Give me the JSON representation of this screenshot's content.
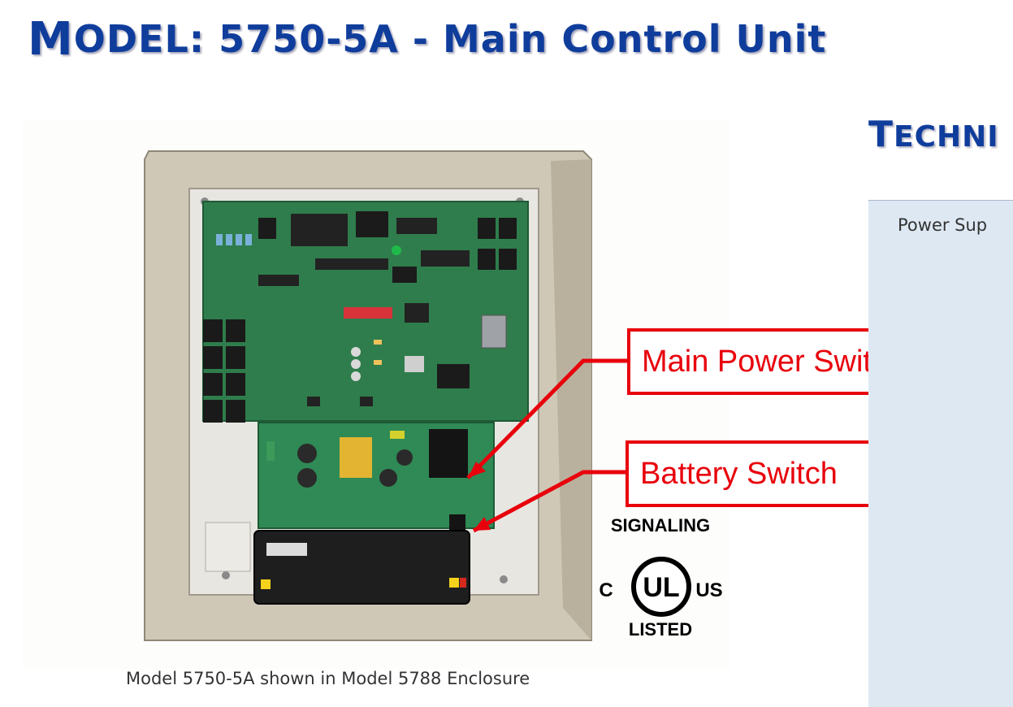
{
  "title": {
    "initial": "M",
    "rest": "ODEL: 5750-5A - Main Control Unit"
  },
  "photo": {
    "caption": "Model 5750-5A shown in Model 5788 Enclosure"
  },
  "callouts": {
    "main_power": "Main Power Switch",
    "battery": "Battery Switch"
  },
  "ul_mark": {
    "top_text": "SIGNALING",
    "left_letter": "C",
    "center": "UL",
    "right_text": "US",
    "bottom_text": "LISTED"
  },
  "tech": {
    "heading_initial": "T",
    "heading_rest": "ECHNI",
    "first_label": "Power Sup"
  },
  "colors": {
    "title_blue": "#0f3d9c",
    "callout_red": "#e8000c",
    "panel_bg": "#dde8f3",
    "pcb_green": "#2f7d4c"
  }
}
